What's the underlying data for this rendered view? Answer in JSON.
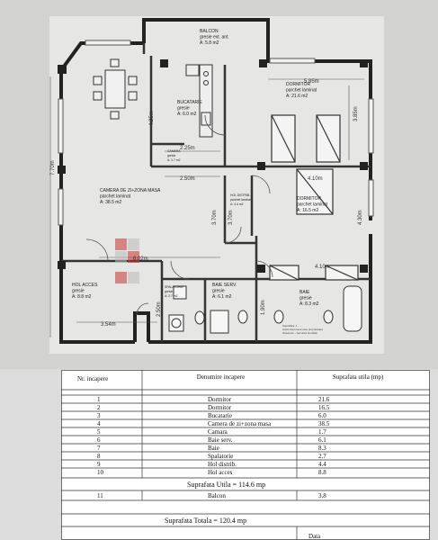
{
  "plan": {
    "rooms": [
      {
        "key": "balcon",
        "name": "BALCON",
        "sub": "gresie ext. ant.",
        "area": "A: 5.8 m2"
      },
      {
        "key": "dormitor1",
        "name": "DORMITOR",
        "sub": "parchet laminat",
        "area": "A: 21.6 m2"
      },
      {
        "key": "bucatarie",
        "name": "BUCATARIE",
        "sub": "gresie",
        "area": "A: 6.0 m2"
      },
      {
        "key": "camara",
        "name": "CAMARA",
        "sub": "gresie",
        "area": "A: 1.7 m2"
      },
      {
        "key": "living",
        "name": "CAMERA DE ZI+ZONA MASA",
        "sub": "parchet laminat",
        "area": "A: 38.5 m2"
      },
      {
        "key": "hol_distrib",
        "name": "HOL DISTRIB.",
        "sub": "parchet laminat",
        "area": "A: 4.4 m2"
      },
      {
        "key": "dormitor2",
        "name": "DORMITOR",
        "sub": "parchet laminat",
        "area": "A: 16.5 m2"
      },
      {
        "key": "hol_acces",
        "name": "HOL ACCES",
        "sub": "gresie",
        "area": "A: 8.8 m2"
      },
      {
        "key": "spalatorie",
        "name": "SPALATORIE",
        "sub": "gresie",
        "area": "A: 2.7 m2"
      },
      {
        "key": "baie_serv",
        "name": "BAIE SERV.",
        "sub": "gresie",
        "area": "A: 6.1 m2"
      },
      {
        "key": "baie",
        "name": "BAIE",
        "sub": "gresie",
        "area": "A: 8.3 m2"
      }
    ],
    "dims": {
      "d585": "5.85m",
      "d425": "4.25m",
      "d225": "2.25m",
      "d385": "3.85m",
      "d770": "7.70m",
      "d250": "2.50m",
      "d410a": "4.10m",
      "d370a": "3.70m",
      "d370b": "3.70m",
      "d430": "4.30m",
      "d602": "6.02m",
      "d250b": "2.50m",
      "d354": "3.54m",
      "d410b": "4.10m",
      "d190": "1.90m"
    },
    "note_lines": [
      "Suprafata: 1 - ...",
      "Acest document este proprietatea",
      "Niculescu - Serviciul Imobiliar"
    ]
  },
  "table": {
    "headers": {
      "nr": "Nr. incapere",
      "den": "Denumire incapere",
      "sup": "Suprafata utila (mp)"
    },
    "rows": [
      {
        "nr": "1",
        "name": "Dormitor",
        "area": "21.6"
      },
      {
        "nr": "2",
        "name": "Dormitor",
        "area": "16.5"
      },
      {
        "nr": "3",
        "name": "Bucatarie",
        "area": "6.0"
      },
      {
        "nr": "4",
        "name": "Camera de zi+zona masa",
        "area": "38.5"
      },
      {
        "nr": "5",
        "name": "Camara",
        "area": "1.7"
      },
      {
        "nr": "6",
        "name": "Baie serv.",
        "area": "6.1"
      },
      {
        "nr": "7",
        "name": "Baie",
        "area": "8.3"
      },
      {
        "nr": "8",
        "name": "Spalatorie",
        "area": "2.7"
      },
      {
        "nr": "9",
        "name": "Hol distrib.",
        "area": "4.4"
      },
      {
        "nr": "10",
        "name": "Hol acces",
        "area": "8.8"
      }
    ],
    "utila_label": "Suprafata Utila = 114.6 mp",
    "balcon_row": {
      "nr": "11",
      "name": "Balcon",
      "area": "3.8"
    },
    "totala_label": "Suprafata Totala = 120.4 mp",
    "corner_label": "Data"
  }
}
